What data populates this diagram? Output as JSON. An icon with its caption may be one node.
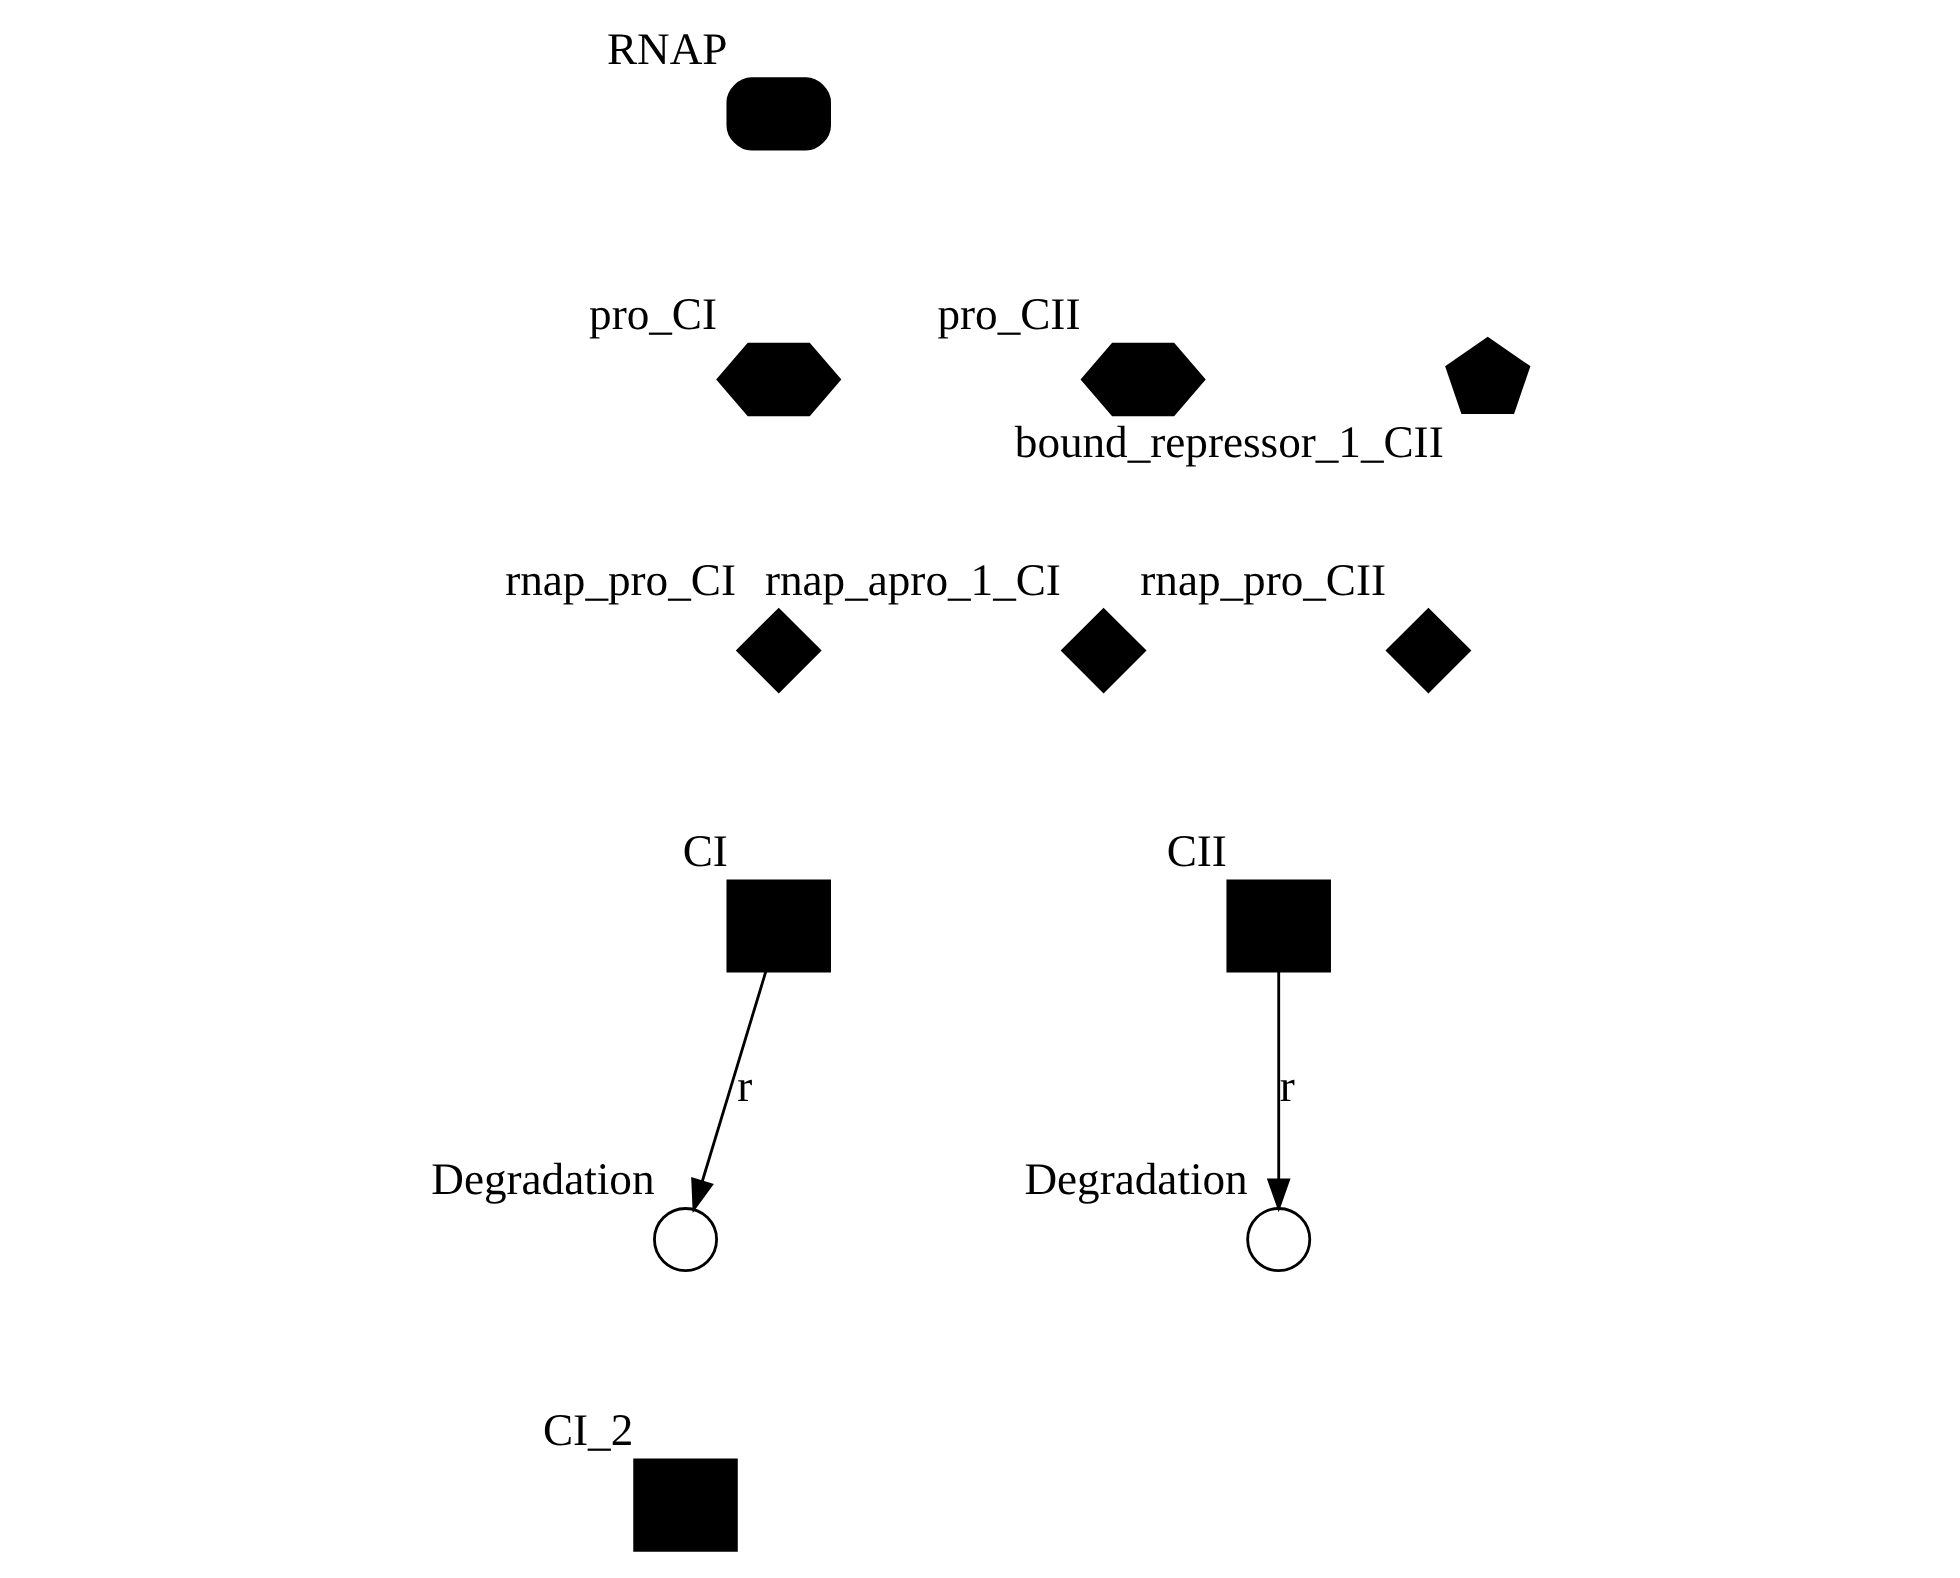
{
  "diagram": {
    "nodes": [
      {
        "text": [
          "RNAP"
        ]
      },
      {
        "text": [
          "pro_CI"
        ]
      },
      {
        "text": [
          "pro_CII"
        ]
      },
      {
        "text": [
          "bound_repressor_1_CII"
        ]
      },
      {
        "text": [
          "rnap_pro_CI"
        ]
      },
      {
        "text": [
          "rnap_apro_1_CI"
        ]
      },
      {
        "text": [
          "rnap_pro_CII"
        ]
      },
      {
        "text": [
          "CI"
        ]
      },
      {
        "text": [
          "CII"
        ]
      },
      {
        "text": [
          "Degradation"
        ]
      },
      {
        "text": [
          "Degradation"
        ]
      },
      {
        "text": [
          "CI_2"
        ]
      }
    ],
    "edges": [
      {
        "from": 7,
        "to": 9,
        "arrow": "to",
        "label": "r"
      },
      {
        "from": 8,
        "to": 10,
        "arrow": "to",
        "label": "r"
      }
    ]
  }
}
